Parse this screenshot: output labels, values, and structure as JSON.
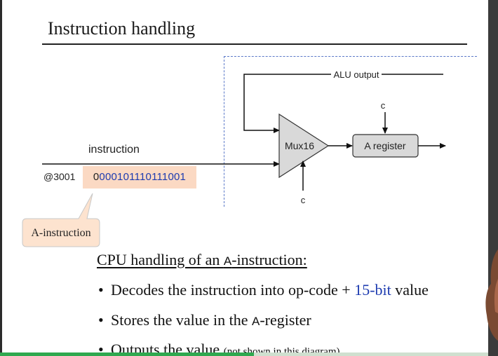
{
  "slide": {
    "title": "Instruction handling"
  },
  "diagram": {
    "alu_output_label": "ALU output",
    "mux_label": "Mux16",
    "a_register_label": "A register",
    "control_top_label": "c",
    "control_bottom_label": "c",
    "instruction_label": "instruction",
    "address_label": "@3001",
    "binary_leading": "0",
    "binary_rest": "000101110111001",
    "callout_label": "A-instruction"
  },
  "text": {
    "heading_pre": "CPU handling of an ",
    "heading_sc": "A",
    "heading_post": "-instruction:",
    "bullet1_pre": "Decodes the instruction into op-code + ",
    "bullet1_hl": "15-bit",
    "bullet1_post": " value",
    "bullet2_pre": "Stores the value in the ",
    "bullet2_sc": "A",
    "bullet2_post": "-register",
    "bullet3_main": "Outputs the value",
    "bullet3_note": "(not shown in this diagram)"
  },
  "video": {
    "progress_fraction": 0.52
  },
  "colors": {
    "binary_highlight": "#fbd9c3",
    "callout_fill": "#fde3cf",
    "keyword_blue": "#1d3bb0",
    "progress_green": "#2fa84f"
  }
}
